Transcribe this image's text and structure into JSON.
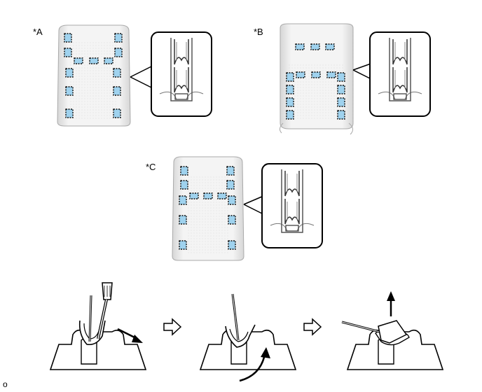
{
  "figure": {
    "labels": {
      "a": "*A",
      "b": "*B",
      "c": "*C",
      "corner": "o"
    },
    "colors": {
      "clip_fill": "#9fd2ee",
      "clip_border": "#111111",
      "cover_fill": "#ececec",
      "line": "#000000"
    },
    "icons": {
      "step_arrow": "hollow-right-arrow",
      "tool": "screwdriver-icon"
    }
  }
}
